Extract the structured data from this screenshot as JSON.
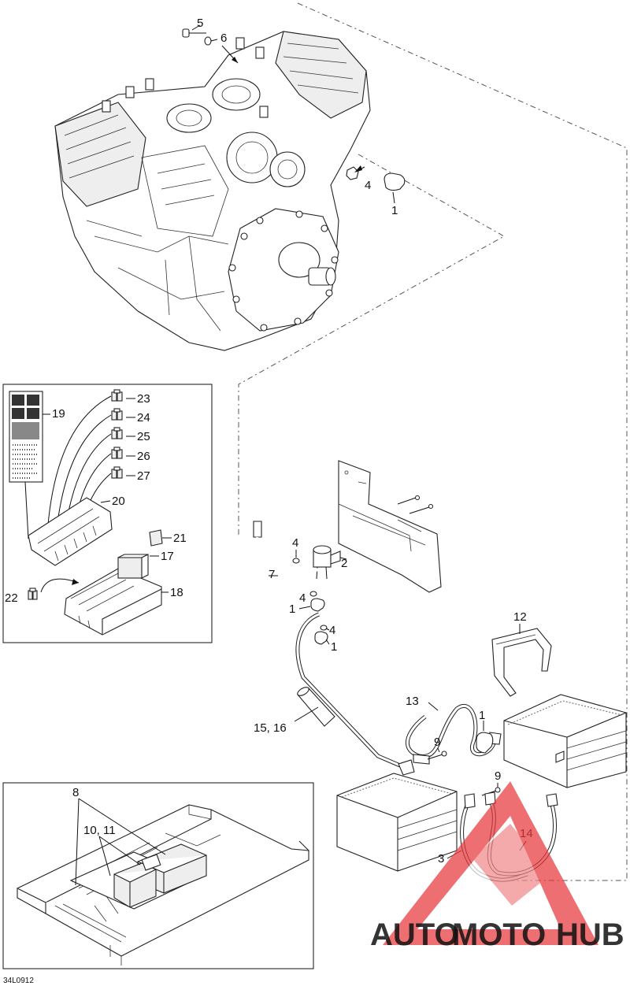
{
  "diagram_ref": "34L0912",
  "callouts": {
    "c1a": "1",
    "c1b": "1",
    "c1c": "1",
    "c1d": "1",
    "c2": "2",
    "c3": "3",
    "c4a": "4",
    "c4b": "4",
    "c4c": "4",
    "c4d": "4",
    "c5": "5",
    "c6": "6",
    "c7": "7",
    "c8": "8",
    "c9a": "9",
    "c9b": "9",
    "c10_11": "10, 11",
    "c12": "12",
    "c13": "13",
    "c14": "14",
    "c15_16": "15, 16",
    "c17": "17",
    "c18": "18",
    "c19": "19",
    "c20": "20",
    "c21": "21",
    "c22": "22",
    "c23": "23",
    "c24": "24",
    "c25": "25",
    "c26": "26",
    "c27": "27"
  },
  "watermark": {
    "part1": "AUTO",
    "part2": "MOTO",
    "part3": "HUB",
    "color_orange": "#f5a623",
    "color_red": "#e8393d",
    "color_gray": "#9a9a9a"
  }
}
